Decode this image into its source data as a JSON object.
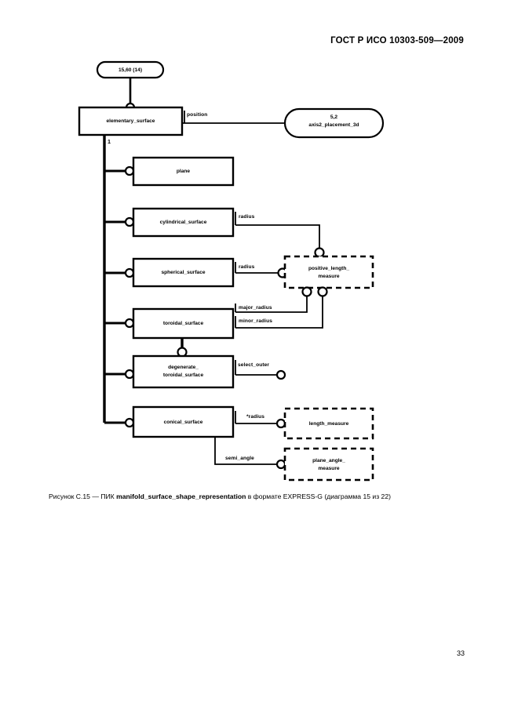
{
  "document": {
    "header": "ГОСТ Р ИСО 10303-509—2009",
    "page_number": "33"
  },
  "caption": {
    "prefix": "Рисунок С.15 — ПИК ",
    "entity": "manifold_surface_shape_representation",
    "suffix": " в формате EXPRESS-G (диаграмма 15 из 22)"
  },
  "diagram": {
    "type": "EXPRESS-G",
    "page_refs": [
      {
        "id": "page-ref-top",
        "label": "15,60 (14)"
      }
    ],
    "external_refs": [
      {
        "id": "axis2-placement-3d",
        "ref": "5,2",
        "label": "axis2_placement_3d"
      }
    ],
    "supertype": {
      "id": "elementary-surface",
      "label": "elementary_surface",
      "branch_number": "1"
    },
    "entities": [
      {
        "id": "plane",
        "label": "plane"
      },
      {
        "id": "cylindrical-surface",
        "label": "cylindrical_surface"
      },
      {
        "id": "spherical-surface",
        "label": "spherical_surface"
      },
      {
        "id": "toroidal-surface",
        "label": "toroidal_surface"
      },
      {
        "id": "degenerate-toroidal-surface",
        "label_line1": "degenerate_",
        "label_line2": "toroidal_surface"
      },
      {
        "id": "conical-surface",
        "label": "conical_surface"
      }
    ],
    "types": [
      {
        "id": "positive-length-measure",
        "label_line1": "positive_length_",
        "label_line2": "measure"
      },
      {
        "id": "length-measure",
        "label": "length_measure"
      },
      {
        "id": "plane-angle-measure",
        "label_line1": "plane_angle_",
        "label_line2": "measure"
      }
    ],
    "attributes": [
      {
        "id": "attr-position",
        "label": "position",
        "from": "elementary-surface",
        "to": "axis2-placement-3d"
      },
      {
        "id": "attr-radius-cyl",
        "label": "radius",
        "from": "cylindrical-surface",
        "to": "positive-length-measure"
      },
      {
        "id": "attr-radius-sph",
        "label": "radius",
        "from": "spherical-surface",
        "to": "positive-length-measure"
      },
      {
        "id": "attr-major-radius",
        "label": "major_radius",
        "from": "toroidal-surface",
        "to": "positive-length-measure"
      },
      {
        "id": "attr-minor-radius",
        "label": "minor_radius",
        "from": "toroidal-surface",
        "to": "positive-length-measure"
      },
      {
        "id": "attr-select-outer",
        "label": "select_outer",
        "from": "degenerate-toroidal-surface",
        "to": "boolean"
      },
      {
        "id": "attr-radius-con",
        "label": "*radius",
        "from": "conical-surface",
        "to": "length-measure"
      },
      {
        "id": "attr-semi-angle",
        "label": "semi_angle",
        "from": "conical-surface",
        "to": "plane-angle-measure"
      }
    ]
  }
}
